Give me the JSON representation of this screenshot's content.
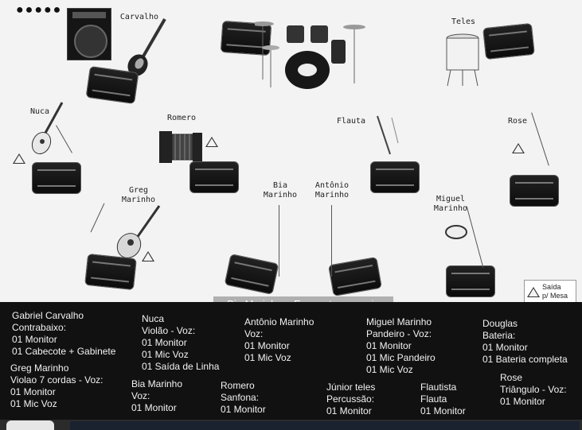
{
  "overlay_title": "Bia Marinho e Em canto e poesia",
  "stage_labels": {
    "carvalho": "Carvalho",
    "nuca": "Nuca",
    "romero": "Romero",
    "flauta": "Flauta",
    "rose": "Rose",
    "greg": "Greg\nMarinho",
    "bia": "Bia\nMarinho",
    "antonio": "Antônio\nMarinho",
    "miguel": "Miguel\nMarinho",
    "teles": "Teles"
  },
  "saida": "Saída\np/ Mesa",
  "musicians": [
    {
      "lines": [
        "Gabriel Carvalho",
        "Contrabaixo:",
        "01 Monitor",
        "01 Cabecote + Gabinete"
      ]
    },
    {
      "lines": [
        "Nuca",
        "Violão - Voz:",
        "01 Monitor",
        "01 Mic Voz",
        "01 Saída de Linha"
      ]
    },
    {
      "lines": [
        "Antônio Marinho",
        "Voz:",
        "01 Monitor",
        "01 Mic Voz"
      ]
    },
    {
      "lines": [
        "Miguel Marinho",
        "Pandeiro - Voz:",
        "01 Monitor",
        "01 Mic Pandeiro",
        "01 Mic Voz"
      ]
    },
    {
      "lines": [
        "Douglas",
        "Bateria:",
        "01 Monitor",
        "01 Bateria completa"
      ]
    },
    {
      "lines": [
        "Greg Marinho",
        "Violao 7 cordas - Voz:",
        "01 Monitor",
        "01 Mic Voz"
      ]
    },
    {
      "lines": [
        "Bia Marinho",
        "Voz:",
        "01 Monitor"
      ]
    },
    {
      "lines": [
        "Romero",
        "Sanfona:",
        "01 Monitor"
      ]
    },
    {
      "lines": [
        "Júnior teles",
        "Percussão:",
        "01 Monitor"
      ]
    },
    {
      "lines": [
        "Flautista",
        "Flauta",
        "01 Monitor"
      ]
    },
    {
      "lines": [
        "Rose",
        "Triângulo - Voz:",
        "01 Monitor"
      ]
    }
  ]
}
